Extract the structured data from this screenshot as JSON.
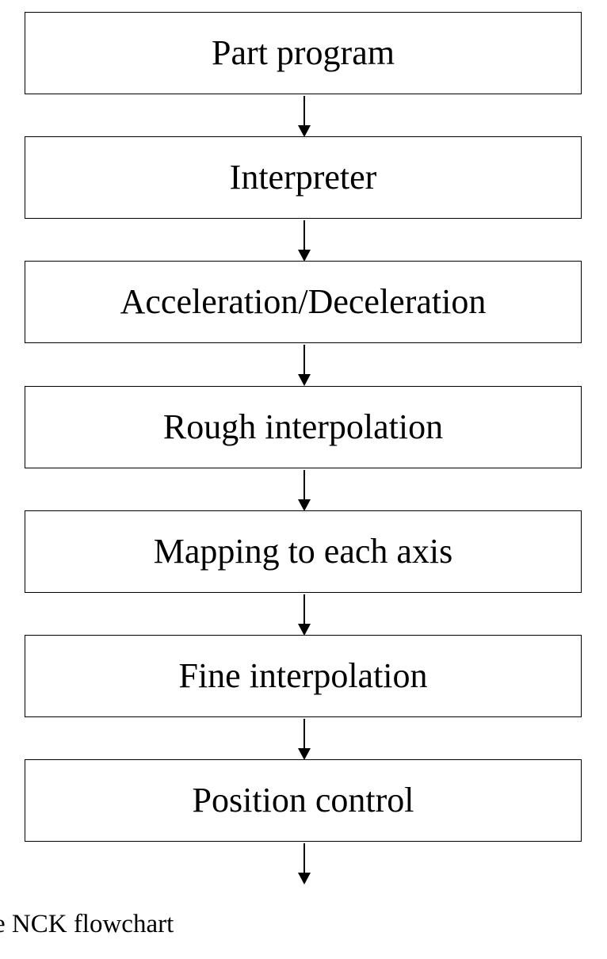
{
  "diagram": {
    "steps": [
      {
        "label": "Part program"
      },
      {
        "label": "Interpreter"
      },
      {
        "label": "Acceleration/Deceleration"
      },
      {
        "label": "Rough interpolation"
      },
      {
        "label": "Mapping to each axis"
      },
      {
        "label": "Fine interpolation"
      },
      {
        "label": "Position control"
      }
    ],
    "caption": "e NCK flowchart"
  }
}
